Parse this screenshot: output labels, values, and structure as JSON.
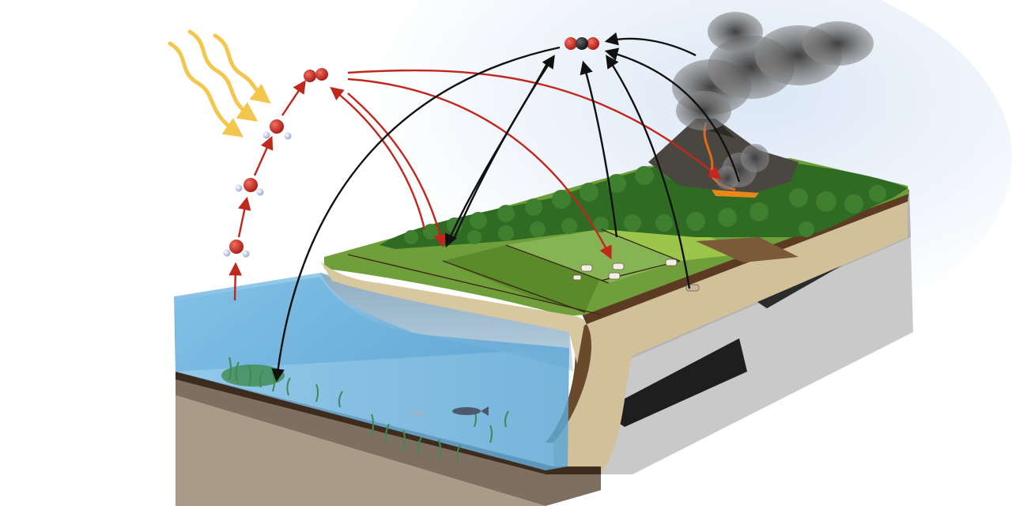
{
  "diagram": {
    "style": "isometric block diagram, no text labels",
    "molecules": {
      "co2": {
        "atoms": [
          "oxygen",
          "carbon",
          "oxygen"
        ]
      },
      "o2": {
        "atoms": [
          "oxygen",
          "oxygen"
        ]
      },
      "h2o": {
        "atoms": [
          "oxygen",
          "hydrogen",
          "hydrogen"
        ],
        "count": 3
      }
    },
    "colors": {
      "sky_glow": "#e8f0fa",
      "oxygen_atom": "#c8201c",
      "carbon_atom": "#222222",
      "hydrogen_atom": "#c8d2ea",
      "oxygen_flow_arrow": "#c0271d",
      "carbon_flow_arrow": "#111111",
      "sunlight": "#f2c23a",
      "water": "#6fb6de",
      "water_deep": "#4f93c4",
      "grass": "#6f9e3a",
      "forest": "#2f6b23",
      "soil": "#5c3b22",
      "sand": "#d2c09a",
      "rock_gray": "#b8b8b8",
      "coal": "#2a2a2a",
      "smoke": "#5a5a5a",
      "lava": "#e06a1a"
    },
    "icons": [
      "sun-rays-icon",
      "volcano-icon",
      "smoke-plume-icon",
      "cow-icon",
      "fish-icon",
      "seaweed-icon",
      "tree-icon"
    ]
  }
}
